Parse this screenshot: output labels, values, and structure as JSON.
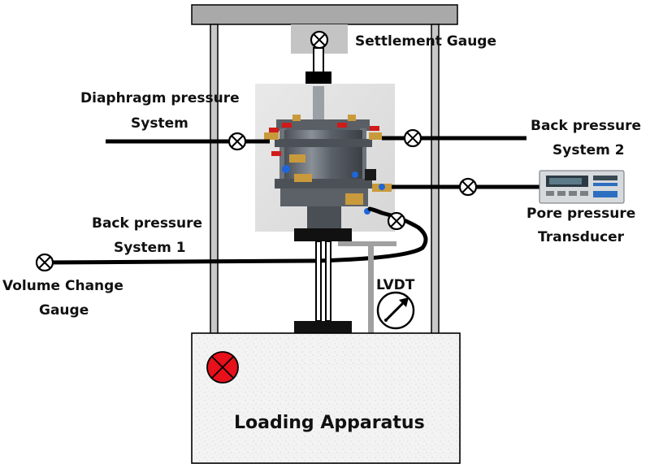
{
  "labels": {
    "settlement_gauge": "Settlement Gauge",
    "diaphragm_line1": "Diaphragm pressure",
    "diaphragm_line2": "System",
    "back_pressure_2_line1": "Back pressure",
    "back_pressure_2_line2": "System 2",
    "back_pressure_1_line1": "Back pressure",
    "back_pressure_1_line2": "System 1",
    "pore_line1": "Pore pressure",
    "pore_line2": "Transducer",
    "volume_line1": "Volume Change",
    "volume_line2": "Gauge",
    "lvdt": "LVDT",
    "loading_apparatus": "Loading Apparatus"
  },
  "colors": {
    "pipe": "#000000",
    "frame_fill": "#c8c8c8",
    "top_plate": "#a9a9a9",
    "loading_base": "#f2f2f2",
    "lvdt_bar": "#a0a0a0",
    "red_valve": "#e8101a"
  },
  "icons": {
    "valve": "valve-icon",
    "main_valve": "red-valve-icon",
    "lvdt_gauge": "gauge-icon"
  }
}
